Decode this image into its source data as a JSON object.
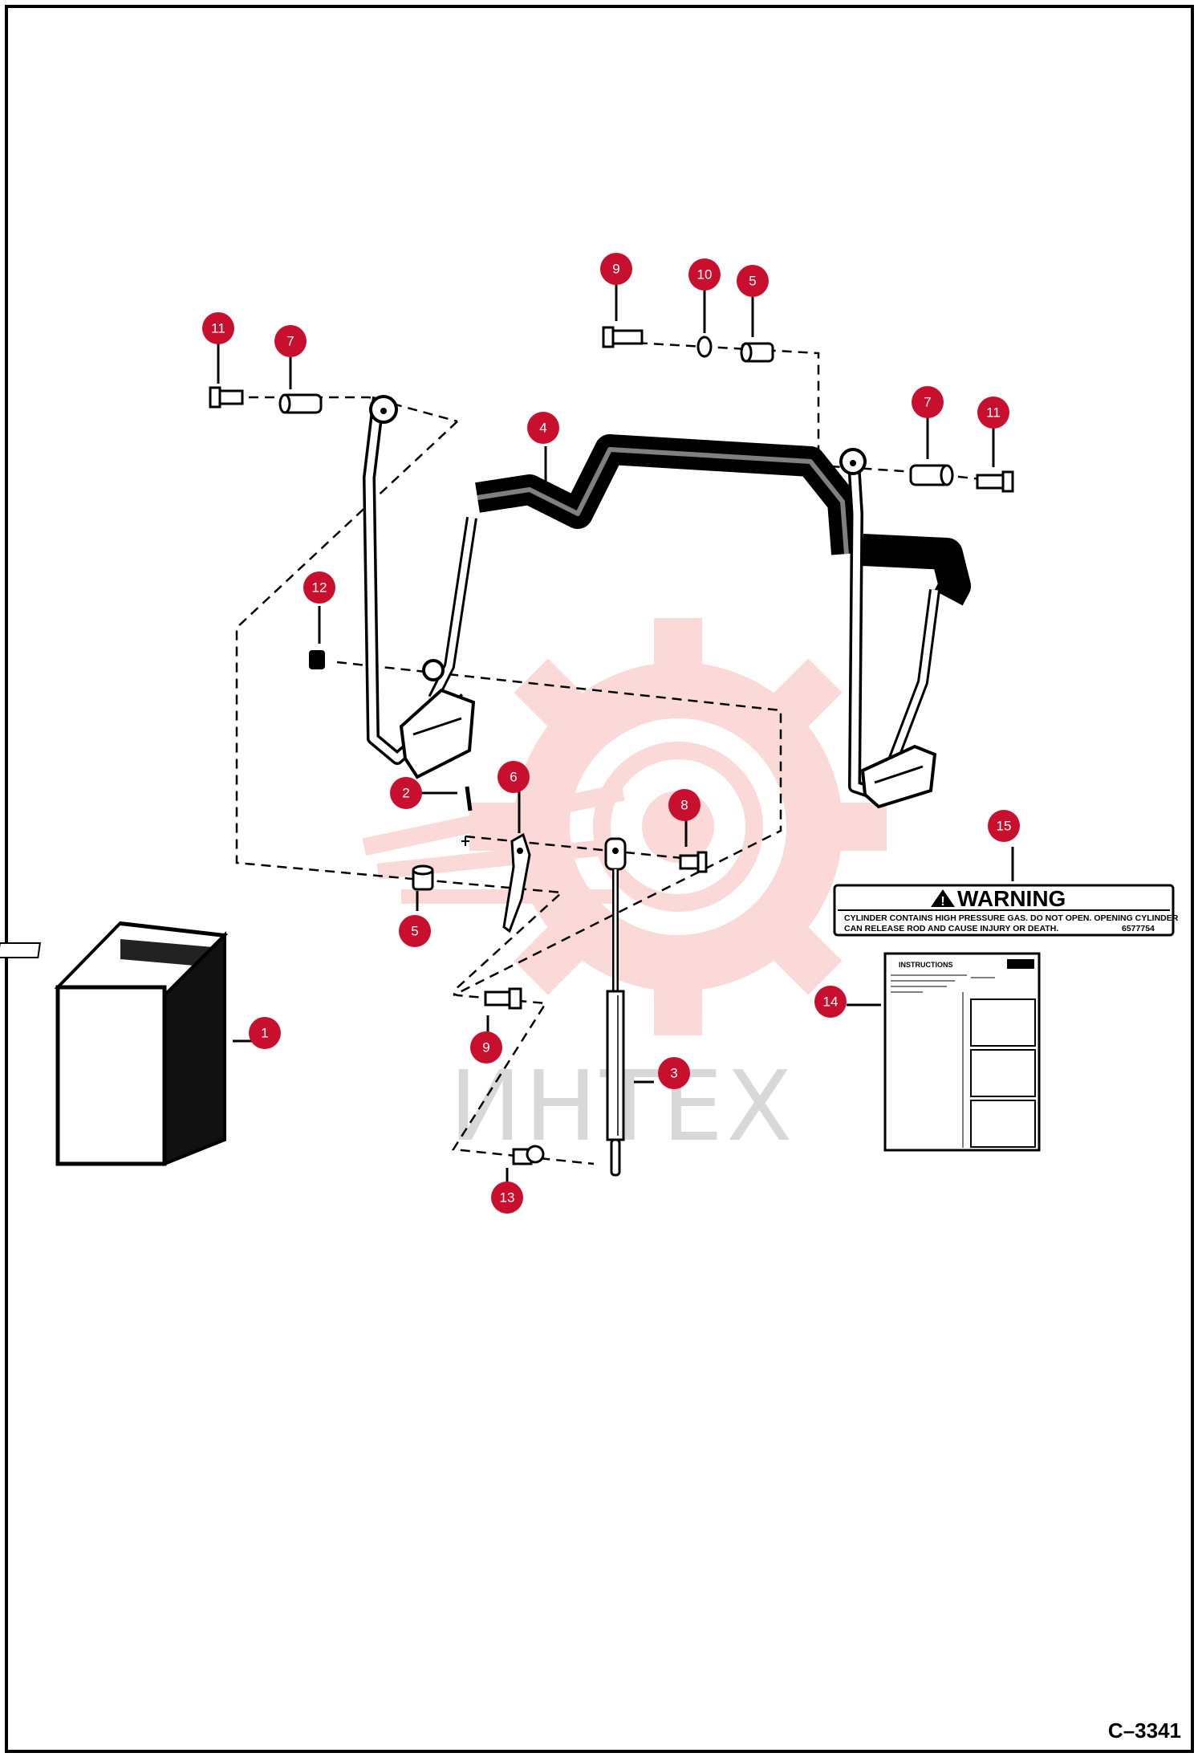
{
  "drawing_code": "C–3341",
  "watermark_text": "ИНТЕХ",
  "callout_color": "#c8102e",
  "callouts": [
    "1",
    "2",
    "3",
    "4",
    "5",
    "5",
    "6",
    "7",
    "7",
    "8",
    "9",
    "9",
    "10",
    "11",
    "11",
    "12",
    "13",
    "14",
    "15"
  ],
  "decal_warning": {
    "title": "WARNING",
    "line1": "CYLINDER CONTAINS HIGH PRESSURE GAS. DO NOT OPEN. OPENING CYLINDER",
    "line2": "CAN RELEASE ROD AND CAUSE INJURY OR DEATH.",
    "part_number": "6577754"
  },
  "decal_instructions": {
    "title": "INSTRUCTIONS"
  }
}
